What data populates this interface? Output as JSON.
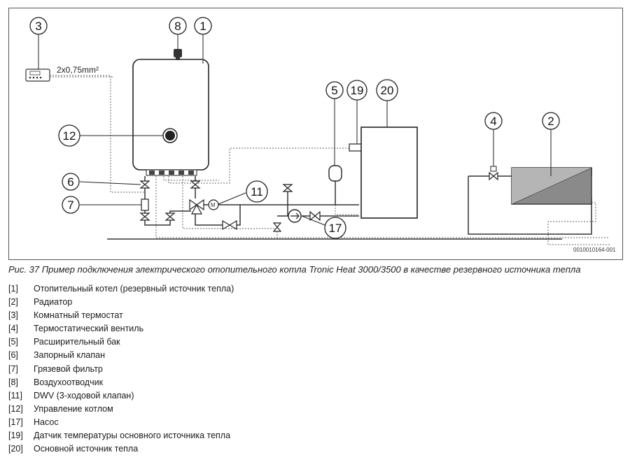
{
  "diagram": {
    "cable_label": "2x0,75mm²",
    "code": "0010010164-001",
    "callouts": [
      {
        "id": "c1",
        "number": "1"
      },
      {
        "id": "c2",
        "number": "2"
      },
      {
        "id": "c3",
        "number": "3"
      },
      {
        "id": "c4",
        "number": "4"
      },
      {
        "id": "c5",
        "number": "5"
      },
      {
        "id": "c6",
        "number": "6"
      },
      {
        "id": "c7",
        "number": "7"
      },
      {
        "id": "c8",
        "number": "8"
      },
      {
        "id": "c11",
        "number": "11"
      },
      {
        "id": "c12",
        "number": "12"
      },
      {
        "id": "c17",
        "number": "17"
      },
      {
        "id": "c19",
        "number": "19"
      },
      {
        "id": "c20",
        "number": "20"
      }
    ],
    "motor_label": "M"
  },
  "caption": "Рис. 37  Пример подключения электрического отопительного котла Tronic Heat 3000/3500 в качестве резервного источника тепла",
  "legend": [
    {
      "ref": "[1]",
      "text": "Отопительный котел (резервный источник тепла)"
    },
    {
      "ref": "[2]",
      "text": "Радиатор"
    },
    {
      "ref": "[3]",
      "text": "Комнатный термостат"
    },
    {
      "ref": "[4]",
      "text": "Термостатический вентиль"
    },
    {
      "ref": "[5]",
      "text": "Расширительный бак"
    },
    {
      "ref": "[6]",
      "text": "Запорный клапан"
    },
    {
      "ref": "[7]",
      "text": "Грязевой фильтр"
    },
    {
      "ref": "[8]",
      "text": "Воздухоотводчик"
    },
    {
      "ref": "[11]",
      "text": "DWV (3-ходовой клапан)"
    },
    {
      "ref": "[12]",
      "text": "Управление котлом"
    },
    {
      "ref": "[17]",
      "text": "Насос"
    },
    {
      "ref": "[19]",
      "text": "Датчик температуры основного источника тепла"
    },
    {
      "ref": "[20]",
      "text": "Основной источник тепла"
    }
  ]
}
